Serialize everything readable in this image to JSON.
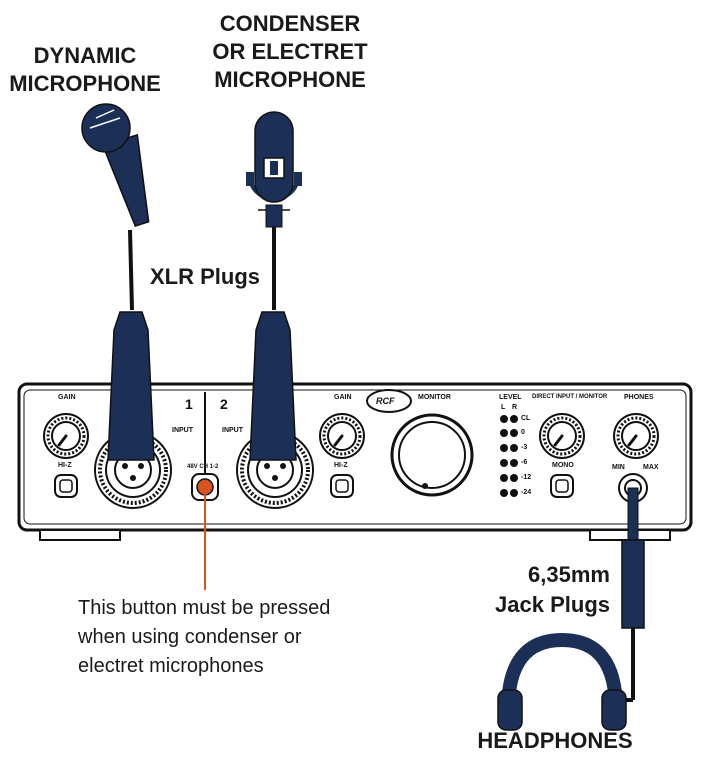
{
  "labels": {
    "dynamic_line1": "DYNAMIC",
    "dynamic_line2": "MICROPHONE",
    "condenser_line1": "CONDENSER",
    "condenser_line2": "OR ELECTRET",
    "condenser_line3": "MICROPHONE",
    "xlr": "XLR Plugs",
    "jack_line1": "6,35mm",
    "jack_line2": "Jack Plugs",
    "headphones": "HEADPHONES",
    "note_line1": "This button must be pressed",
    "note_line2": "when using condenser or",
    "note_line3": "electret microphones"
  },
  "panel": {
    "brand": "RCF",
    "gain_left": "GAIN",
    "gain_right": "GAIN",
    "ch1": "1",
    "ch2": "2",
    "input1": "INPUT",
    "input2": "INPUT",
    "hiz_left": "HI-Z",
    "hiz_right": "HI-Z",
    "phantom": "48V CH 1-2",
    "monitor": "MONITOR",
    "level": "LEVEL",
    "level_l": "L",
    "level_r": "R",
    "meter": [
      "CL",
      "0",
      "-3",
      "-6",
      "-12",
      "-24"
    ],
    "direct_input": "DIRECT INPUT / MONITOR",
    "mono": "MONO",
    "phones": "PHONES",
    "min": "MIN",
    "max": "MAX"
  },
  "colors": {
    "navy": "#1b2f57",
    "orange": "#d9531e",
    "line": "#1a1a1a"
  }
}
